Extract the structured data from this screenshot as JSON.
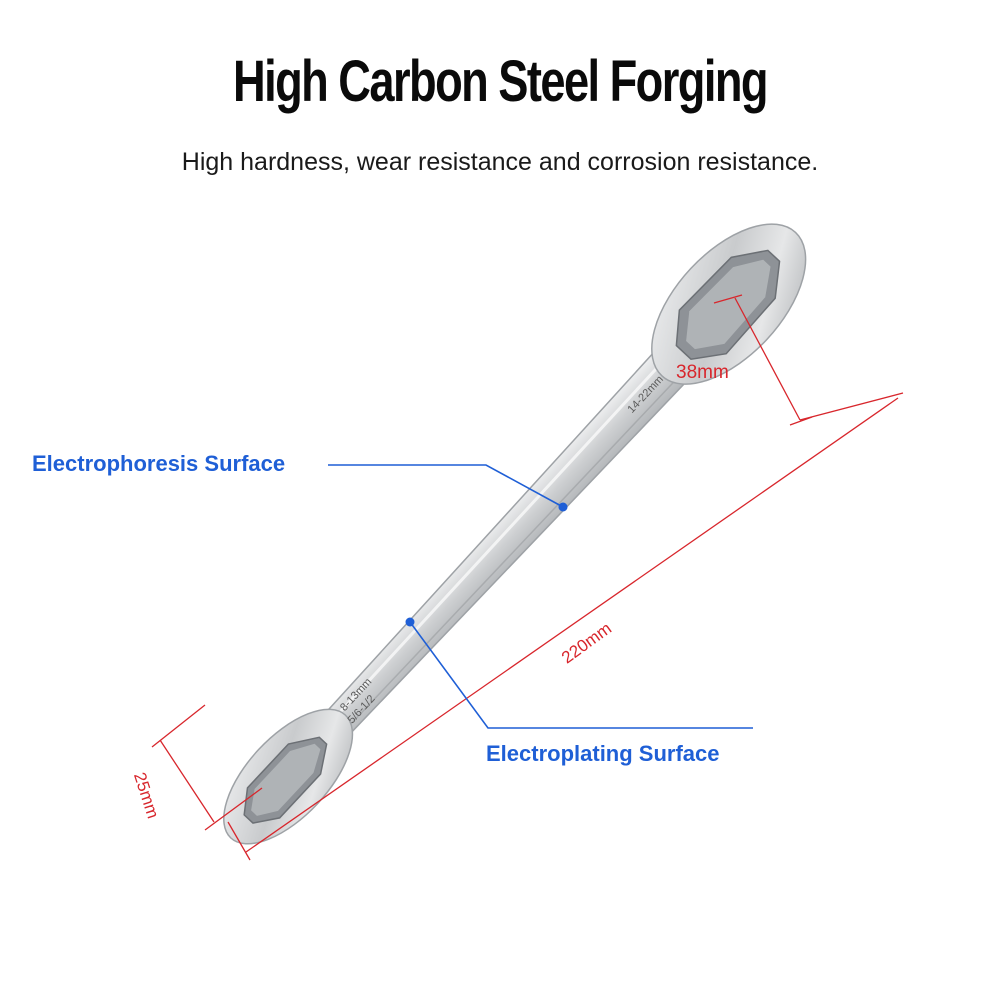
{
  "heading": {
    "title": "High Carbon Steel Forging",
    "subtitle": "High hardness, wear resistance and corrosion resistance."
  },
  "callouts": {
    "top": "Electrophoresis Surface",
    "bottom": "Electroplating Surface"
  },
  "dimensions": {
    "big_end": "38mm",
    "small_end": "25mm",
    "length": "220mm"
  },
  "engraving": {
    "small_end_metric": "8-13mm",
    "small_end_imperial": "5/6-1/2",
    "big_end_metric": "14-22mm"
  },
  "colors": {
    "callout": "#1f5fd6",
    "dimension": "#d8262c",
    "steel": "#cfd1d3"
  }
}
